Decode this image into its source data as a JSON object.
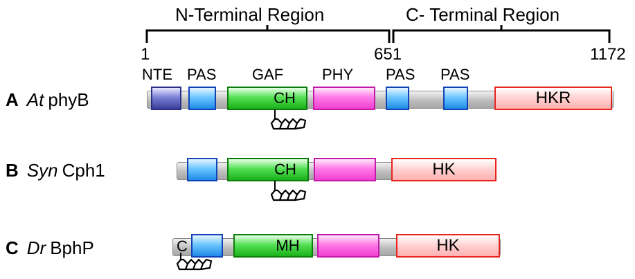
{
  "regions": {
    "n_terminal": "N-Terminal Region",
    "c_terminal": "C- Terminal Region"
  },
  "positions": {
    "start": "1",
    "split": "651",
    "end": "1172"
  },
  "domain_headers": {
    "nte": "NTE",
    "pas1": "PAS",
    "gaf": "GAF",
    "phy": "PHY",
    "pas2": "PAS",
    "pas3": "PAS"
  },
  "rows": [
    {
      "letter": "A",
      "species": "At",
      "protein": "phyB",
      "gaf_text": "CH",
      "hk_text": "HKR"
    },
    {
      "letter": "B",
      "species": "Syn",
      "protein": "Cph1",
      "gaf_text": "CH",
      "hk_text": "HK"
    },
    {
      "letter": "C",
      "species": "Dr",
      "protein": "BphP",
      "pre_text": "C",
      "gaf_text": "MH",
      "hk_text": "HK"
    }
  ],
  "colors": {
    "nte": "#3c3f9a",
    "pas": "#1f8be8",
    "gaf": "#19b019",
    "phy": "#f03fd2",
    "hk_border": "#e8251d",
    "linker": "#bdbdbd"
  }
}
